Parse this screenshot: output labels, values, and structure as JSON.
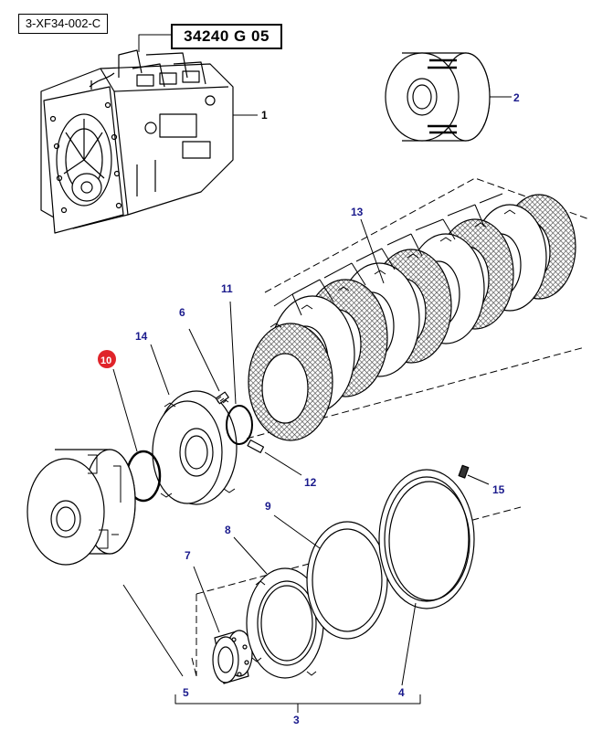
{
  "document_ref": "3-XF34-002-C",
  "group_ref": "34240 G 05",
  "colors": {
    "callout_text": "#1a1a8c",
    "highlight_badge": "#e0242a",
    "line": "#000000"
  },
  "callouts": {
    "c1": "1",
    "c2": "2",
    "c3": "3",
    "c4": "4",
    "c5": "5",
    "c6": "6",
    "c7": "7",
    "c8": "8",
    "c9": "9",
    "c10": "10",
    "c11": "11",
    "c12": "12",
    "c13": "13",
    "c14": "14",
    "c15": "15"
  },
  "highlighted_part": "10"
}
